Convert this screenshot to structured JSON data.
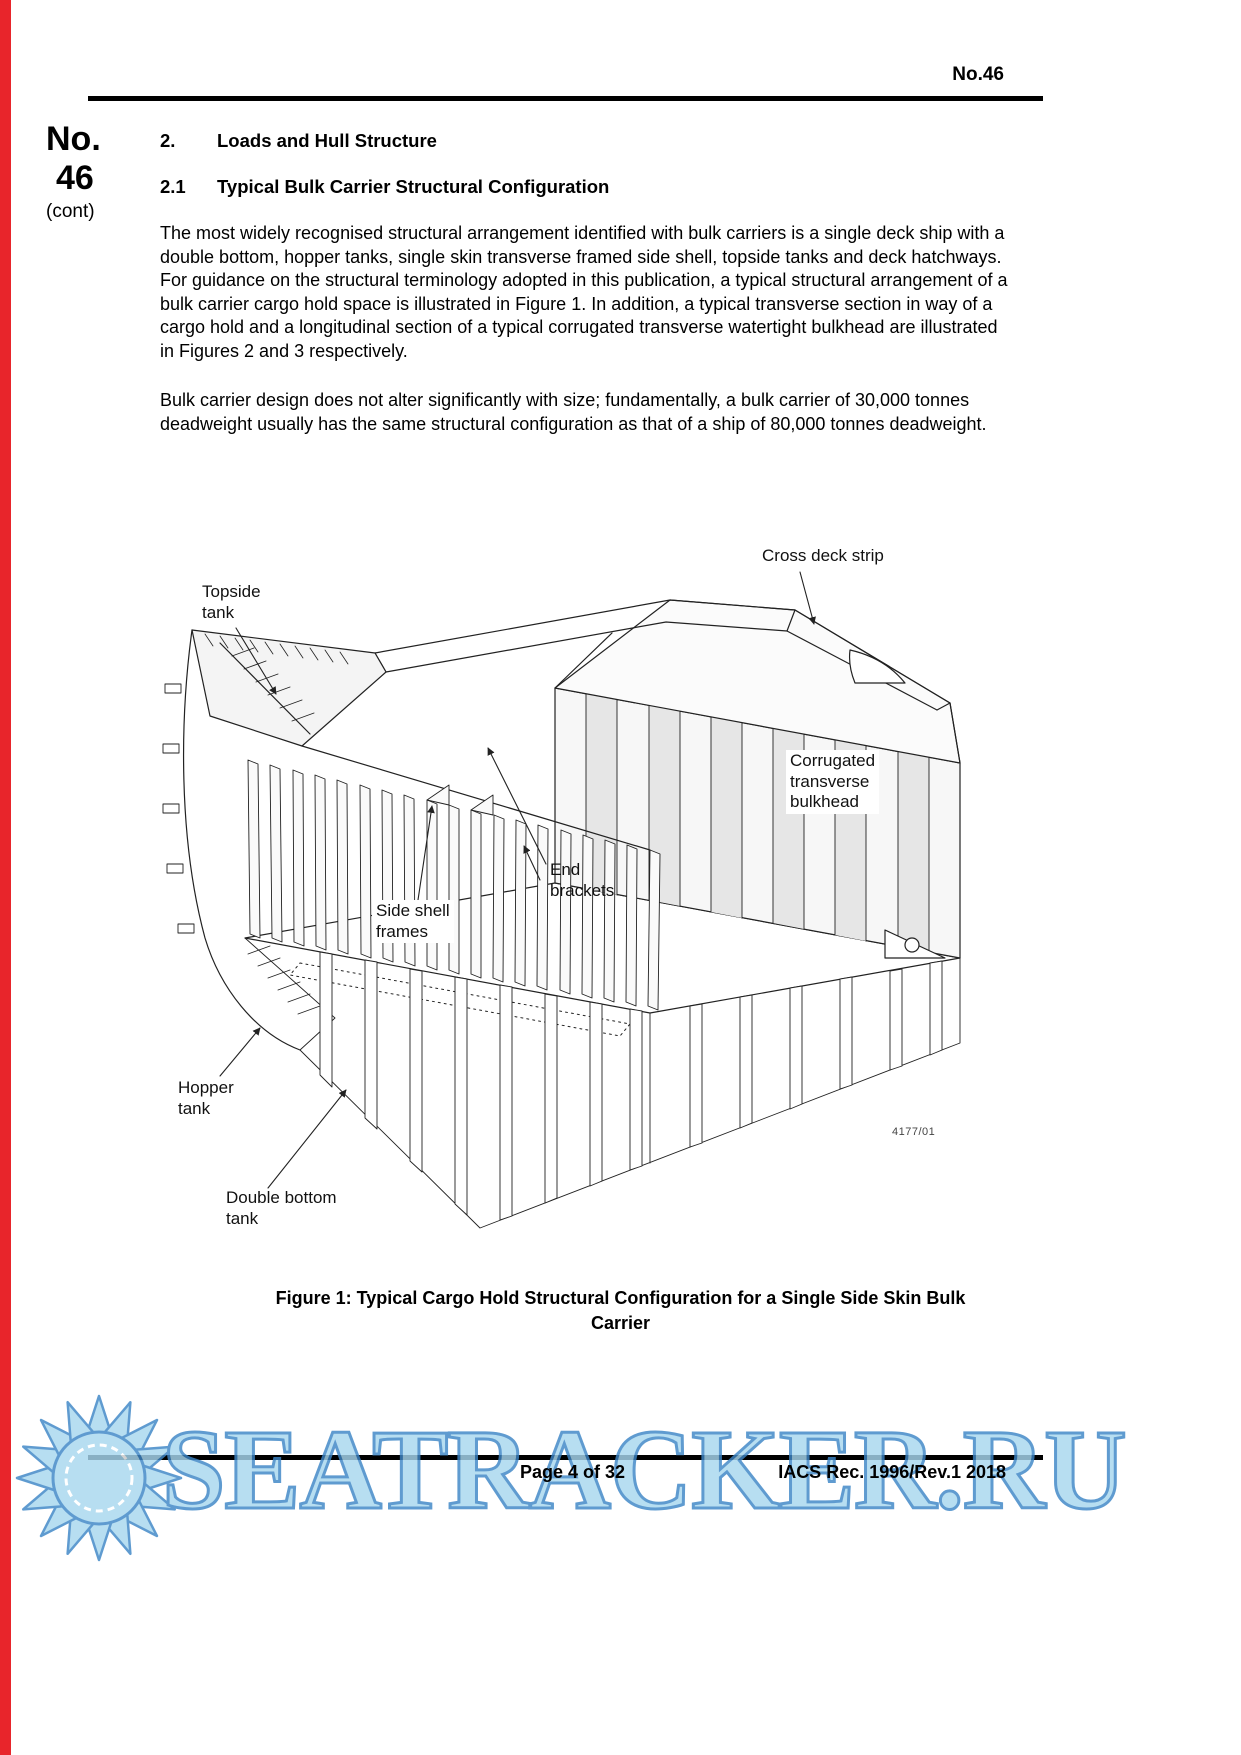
{
  "header": {
    "doc_no": "No.46"
  },
  "margin": {
    "no": "No.",
    "num": "46",
    "cont": "(cont)"
  },
  "section": {
    "number": "2.",
    "title": "Loads and Hull Structure"
  },
  "subsection": {
    "number": "2.1",
    "title": "Typical Bulk Carrier Structural Configuration"
  },
  "paragraphs": {
    "p1": "The most widely recognised structural arrangement identified with bulk carriers is a single deck ship with a double bottom, hopper tanks, single skin transverse framed side shell, topside tanks and deck hatchways. For guidance on the structural terminology adopted in this publication, a typical structural arrangement of a bulk carrier cargo hold space is illustrated in Figure 1. In addition, a typical transverse section in way of a cargo hold and a longitudinal section of a typical corrugated transverse watertight bulkhead are illustrated in Figures 2 and 3 respectively.",
    "p2": "Bulk carrier design does not alter significantly with size; fundamentally, a bulk carrier of 30,000 tonnes deadweight usually has the same structural configuration as that of a ship of 80,000 tonnes deadweight."
  },
  "figure": {
    "labels": {
      "cross_deck_strip": "Cross deck strip",
      "topside_tank": "Topside\ntank",
      "corrugated_bulkhead": "Corrugated\ntransverse\nbulkhead",
      "end_brackets": "End\nbrackets",
      "side_shell_frames": "Side shell\nframes",
      "hopper_tank": "Hopper\ntank",
      "double_bottom_tank": "Double bottom\ntank",
      "drawing_ref": "4177/01"
    },
    "caption": "Figure 1: Typical Cargo Hold Structural Configuration for a Single Side Skin Bulk\nCarrier"
  },
  "footer": {
    "page_info": "Page 4 of 32",
    "doc_ref": "IACS Rec. 1996/Rev.1 2018"
  },
  "watermark": {
    "text": "SEATRACKER.RU",
    "fill": "#a8d7ef",
    "stroke": "#3d86c6"
  }
}
